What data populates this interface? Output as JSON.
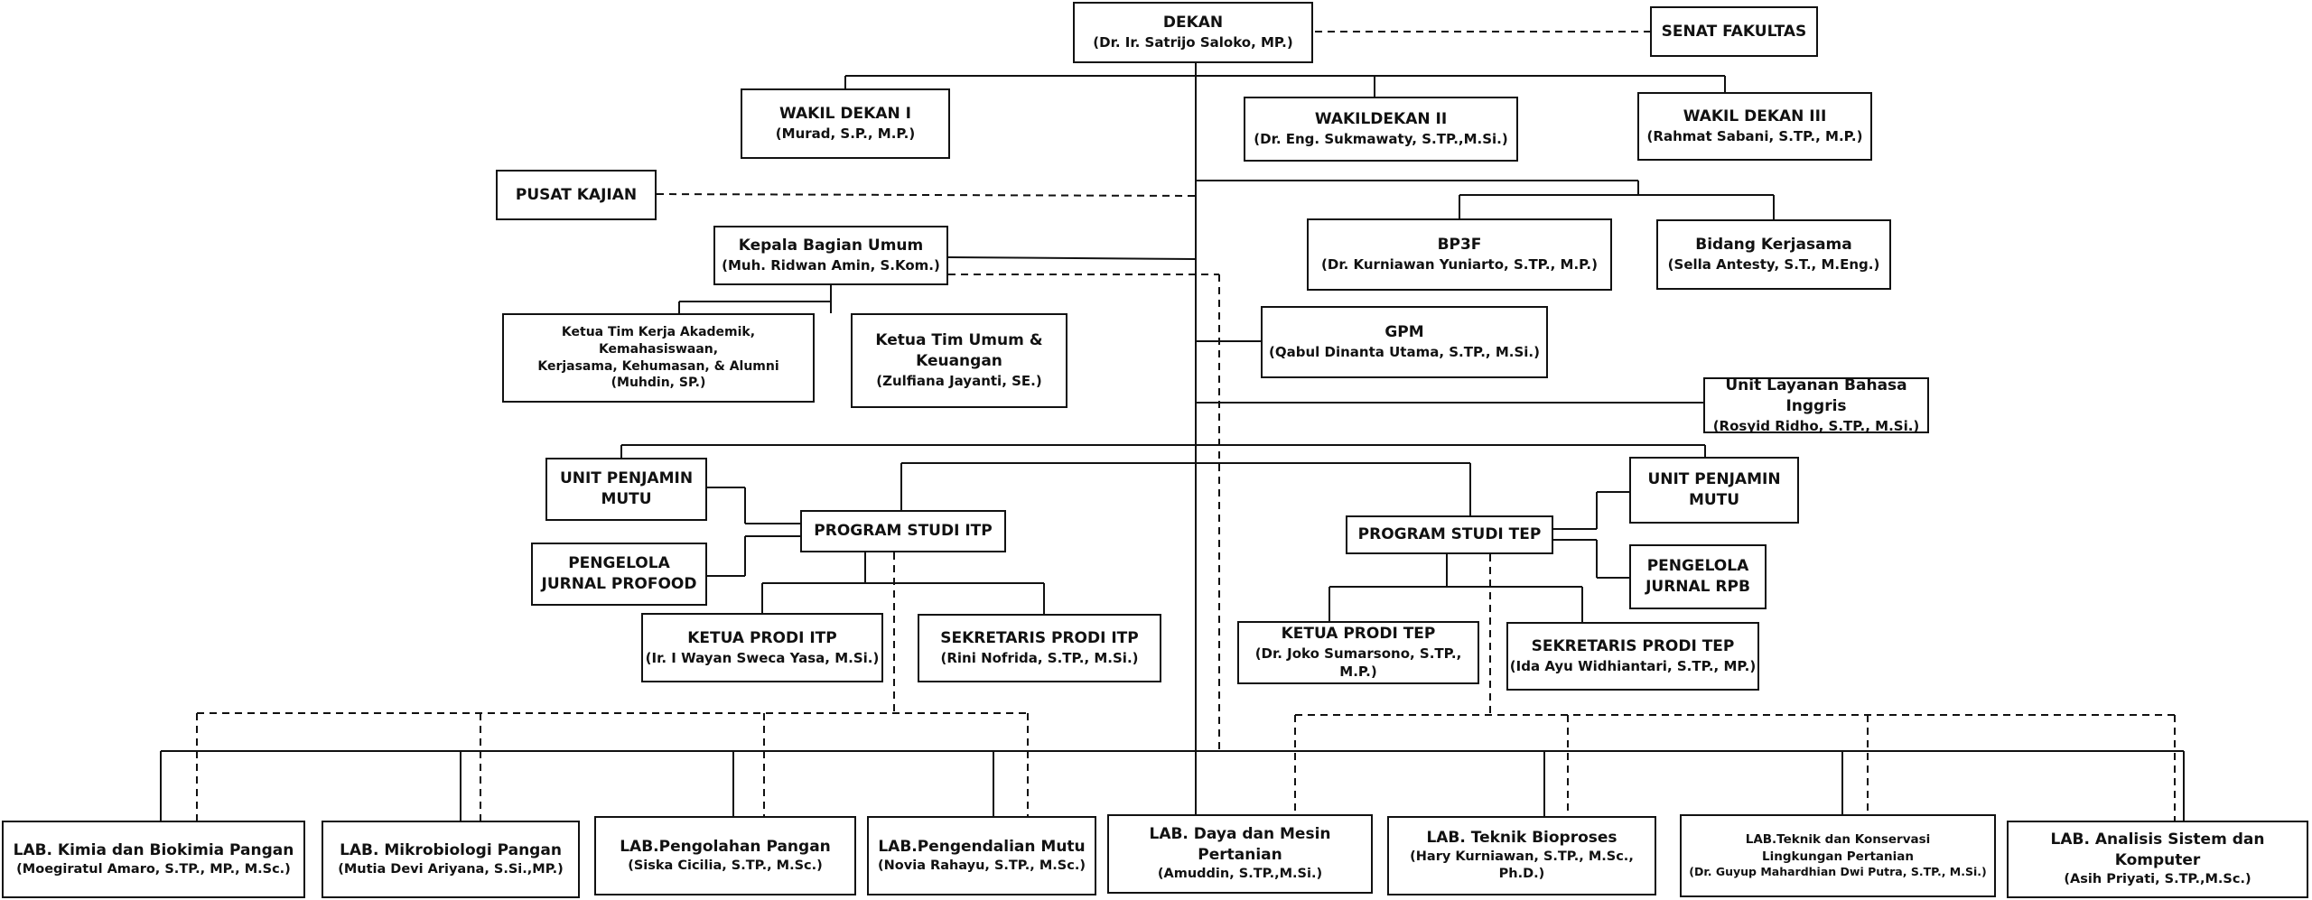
{
  "dekan": {
    "title": "DEKAN",
    "name": "(Dr. Ir. Satrijo Saloko, MP.)"
  },
  "senat": {
    "title": "SENAT FAKULTAS"
  },
  "wakil1": {
    "title": "WAKIL DEKAN I",
    "name": "(Murad, S.P., M.P.)"
  },
  "wakil2": {
    "title": "WAKILDEKAN II",
    "name": "(Dr. Eng. Sukmawaty, S.TP.,M.Si.)"
  },
  "wakil3": {
    "title": "WAKIL DEKAN III",
    "name": "(Rahmat Sabani, S.TP., M.P.)"
  },
  "pusat": {
    "title": "PUSAT KAJIAN"
  },
  "kabag": {
    "title": "Kepala Bagian Umum",
    "name": "(Muh. Ridwan Amin, S.Kom.)"
  },
  "bp3f": {
    "title": "BP3F",
    "name": "(Dr. Kurniawan Yuniarto, S.TP., M.P.)"
  },
  "kerjasama": {
    "title": "Bidang Kerjasama",
    "name": "(Sella Antesty, S.T., M.Eng.)"
  },
  "timakad": {
    "title1": "Ketua Tim Kerja Akademik, Kemahasiswaan,",
    "title2": "Kerjasama, Kehumasan, & Alumni",
    "name": "(Muhdin, SP.)"
  },
  "timumum": {
    "title1": "Ketua Tim Umum &",
    "title2": "Keuangan",
    "name": "(Zulfiana Jayanti, SE.)"
  },
  "gpm": {
    "title": "GPM",
    "name": "(Qabul Dinanta Utama, S.TP., M.Si.)"
  },
  "ulbi": {
    "title": "Unit Layanan Bahasa Inggris",
    "name": "(Rosyid Ridho, S.TP., M.Si.)"
  },
  "upm_itp": {
    "line1": "UNIT PENJAMIN",
    "line2": "MUTU"
  },
  "jurnal_itp": {
    "line1": "PENGELOLA",
    "line2": "JURNAL PROFOOD"
  },
  "ps_itp": {
    "title": "PROGRAM STUDI ITP"
  },
  "kaprodi_itp": {
    "title": "KETUA PRODI ITP",
    "name": "(Ir. I Wayan Sweca Yasa, M.Si.)"
  },
  "sekprodi_itp": {
    "title": "SEKRETARIS PRODI ITP",
    "name": "(Rini Nofrida, S.TP., M.Si.)"
  },
  "ps_tep": {
    "title": "PROGRAM STUDI TEP"
  },
  "upm_tep": {
    "line1": "UNIT PENJAMIN",
    "line2": "MUTU"
  },
  "jurnal_tep": {
    "line1": "PENGELOLA",
    "line2": "JURNAL RPB"
  },
  "kaprodi_tep": {
    "title": "KETUA PRODI TEP",
    "name": "(Dr. Joko Sumarsono, S.TP., M.P.)"
  },
  "sekprodi_tep": {
    "title": "SEKRETARIS PRODI TEP",
    "name": "(Ida Ayu Widhiantari, S.TP., MP.)"
  },
  "labs": [
    {
      "title": "LAB. Kimia dan Biokimia Pangan",
      "name": "(Moegiratul Amaro, S.TP., MP., M.Sc.)"
    },
    {
      "title": "LAB. Mikrobiologi Pangan",
      "name": "(Mutia Devi Ariyana, S.Si.,MP.)"
    },
    {
      "title": "LAB.Pengolahan Pangan",
      "name": "(Siska Cicilia, S.TP., M.Sc.)"
    },
    {
      "title": "LAB.Pengendalian Mutu",
      "name": "(Novia Rahayu, S.TP., M.Sc.)"
    },
    {
      "title": "LAB. Daya dan Mesin Pertanian",
      "name": "(Amuddin, S.TP.,M.Si.)"
    },
    {
      "title": "LAB. Teknik Bioproses",
      "name": "(Hary Kurniawan, S.TP., M.Sc., Ph.D.)"
    },
    {
      "title": "LAB.Teknik dan Konservasi Lingkungan Pertanian",
      "name": "(Dr. Guyup Mahardhian Dwi Putra, S.TP., M.Si.)"
    },
    {
      "title": "LAB. Analisis Sistem dan Komputer",
      "name": "(Asih Priyati, S.TP.,M.Sc.)"
    }
  ]
}
